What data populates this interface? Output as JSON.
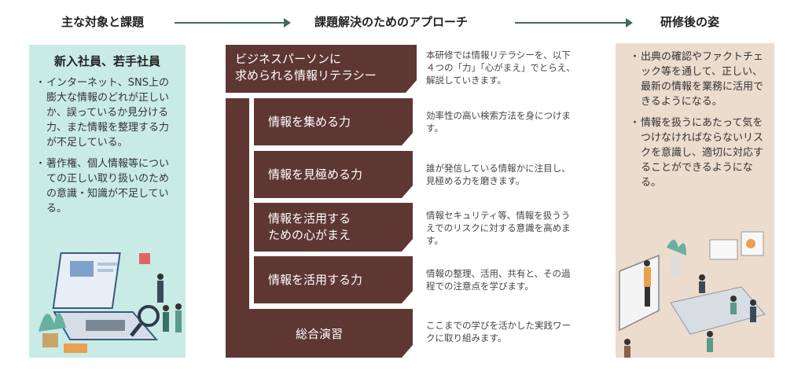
{
  "headers": {
    "target": "主な対象と課題",
    "approach": "課題解決のためのアプローチ",
    "after": "研修後の姿"
  },
  "target": {
    "title": "新入社員、若手社員",
    "bullets": [
      "インターネット、SNS上の膨大な情報のどれが正しいか、誤っているか見分ける力、また情報を整理する力が不足している。",
      "著作権、個人情報等についての正しい取り扱いのための意識・知識が不足している。"
    ]
  },
  "approach": {
    "top": {
      "line1": "ビジネスパーソンに",
      "line2": "求められる情報リテラシー",
      "desc": "本研修では情報リテラシーを、以下４つの「力」「心がまえ」でとらえ、解説していきます。"
    },
    "items": [
      {
        "label": "情報を集める力",
        "desc": "効率性の高い検索方法を身につけます。"
      },
      {
        "label": "情報を見極める力",
        "desc": "誰が発信している情報かに注目し、見極める力を磨きます。"
      },
      {
        "label": "情報を活用するための心がまえ",
        "line1": "情報を活用する",
        "line2": "ための心がまえ",
        "desc": "情報セキュリティ等、情報を扱ううえでのリスクに対する意識を高めます。"
      },
      {
        "label": "情報を活用する力",
        "desc": "情報の整理、活用、共有と、その過程での注意点を学びます。"
      }
    ],
    "final": {
      "label": "総合演習",
      "desc": "ここまでの学びを活かした実践ワークに取り組みます。"
    }
  },
  "after": {
    "bullets": [
      "出典の確認やファクトチェック等を通して、正しい、最新の情報を業務に活用できるようになる。",
      "情報を扱うにあたって気をつけなければならないリスクを意識し、適切に対応することができるようになる。"
    ]
  },
  "colors": {
    "brown": "#5e3733",
    "mint": "#c8ebe5",
    "beige": "#ecdccd",
    "arrow": "#3d6b5f"
  }
}
